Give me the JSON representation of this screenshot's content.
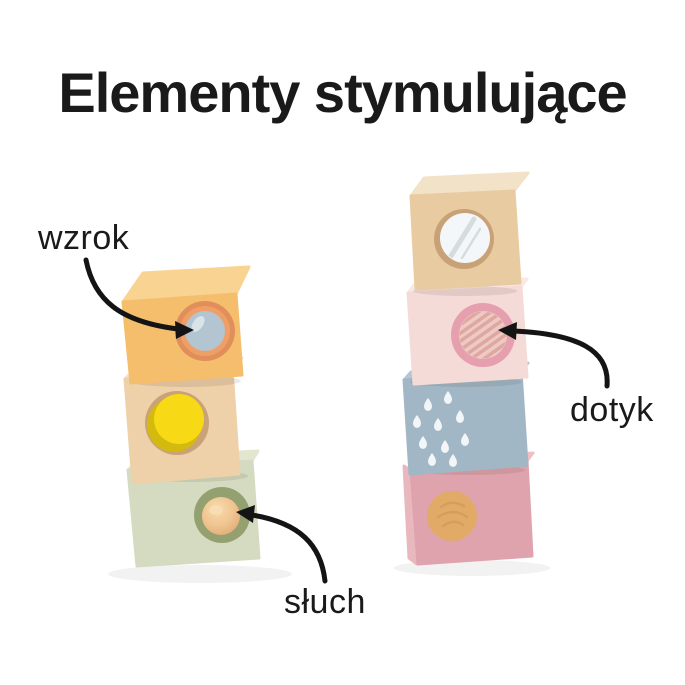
{
  "title": "Elementy stymulujące",
  "annotations": {
    "sight": "wzrok",
    "touch": "dotyk",
    "hearing": "słuch"
  },
  "stacks": {
    "left": [
      {
        "block": "orange cube",
        "feature": "kaleidoscope lens"
      },
      {
        "block": "natural wood cube",
        "feature": "yellow colour disc"
      },
      {
        "block": "green cube",
        "feature": "wooden sound dome"
      }
    ],
    "right": [
      {
        "block": "natural wood cube",
        "feature": "round mirror"
      },
      {
        "block": "pink cube",
        "feature": "rope touch texture"
      },
      {
        "block": "blue cube",
        "feature": "white raindrop pattern"
      },
      {
        "block": "rose cube",
        "feature": "wooden circle"
      }
    ]
  },
  "colors": {
    "background": "#ffffff",
    "text": "#1a1a1a",
    "arrow": "#141414",
    "orange": {
      "front": "#F5BE6D",
      "top": "#F9D391",
      "ring": "#E08F5B",
      "ring_inner": "#EF9F66",
      "mirror": "#B3C5D1"
    },
    "wood": {
      "front": "#EED0A9",
      "top": "#F5E2C6",
      "hole": "#C9A377",
      "disc": "#F7DA15",
      "disc_shade": "#D4B90E"
    },
    "green": {
      "front": "#D5DBC0",
      "top": "#E2E6CE",
      "ring": "#94A070",
      "dome": "#F2C894"
    },
    "wood_mirror": {
      "front": "#E8CBA1",
      "top": "#F2E2C7",
      "hole": "#C8A276",
      "mirror": "#F4F7F9"
    },
    "pink_touch": {
      "front": "#F4DBD8",
      "top": "#F9E8E4",
      "ring": "#E59FAE",
      "texture": "#EFC9C4",
      "texture_lines": "#DEA8A1"
    },
    "blue": {
      "front": "#A2B7C6",
      "top": "#B6C7D3",
      "drop": "#F2F6F8"
    },
    "rose": {
      "front": "#DEA3AC",
      "side": "#E9B8BE",
      "top": "#EEBFC5",
      "circle": "#E1AB67",
      "grain": "#CC9250"
    }
  }
}
